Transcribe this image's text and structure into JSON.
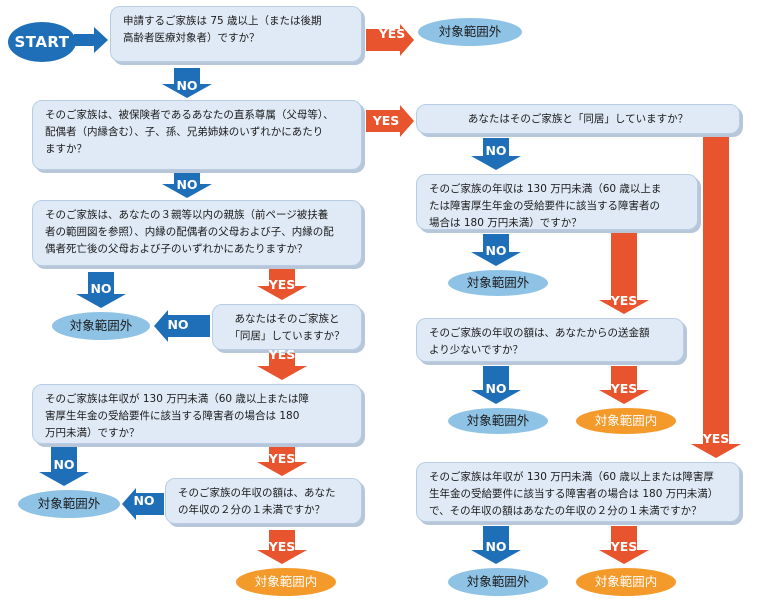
{
  "start_label": "START",
  "answers": {
    "yes": "YES",
    "no": "NO"
  },
  "results": {
    "out": "対象範囲外",
    "in": "対象範囲内"
  },
  "questions": {
    "q1": "申請するご家族は 75 歳以上（または後期\n高齢者医療対象者）ですか？",
    "q2": "そのご家族は、被保険者であるあなたの直系尊属（父母等）、\n配偶者（内縁含む）、子、孫、兄弟姉妹のいずれかにあたり\nますか？",
    "q3": "そのご家族は、あなたの３親等以内の親族（前ページ被扶養\n者の範囲図を参照）、内縁の配偶者の父母および子、内縁の配\n偶者死亡後の父母および子のいずれかにあたりますか？",
    "q4": "あなたはそのご家族と\n「同居」していますか？",
    "q5": "そのご家族は年収が 130 万円未満（60 歳以上または障\n害厚生年金の受給要件に該当する障害者の場合は 180\n万円未満）ですか？",
    "q6": "そのご家族の年収の額は、あなた\nの年収の２分の１未満ですか？",
    "q7": "あなたはそのご家族と「同居」していますか？",
    "q8": "そのご家族の年収は 130 万円未満（60 歳以上ま\nたは障害厚生年金の受給要件に該当する障害者の\n場合は 180 万円未満）ですか？",
    "q9": "そのご家族の年収の額は、あなたからの送金額\nより少ないですか？",
    "q10": "そのご家族は年収が 130 万円未満（60 歳以上または障害厚\n生年金の受給要件に該当する障害者の場合は 180 万円未満）\nで、その年収の額はあなたの年収の２分の１未満ですか？"
  },
  "colors": {
    "arrow_blue": "#1f6fb8",
    "arrow_red": "#e8542d",
    "box_fill": "#dfeaf6",
    "oval_blue": "#8ec3e6",
    "oval_orange": "#f39a2a"
  }
}
